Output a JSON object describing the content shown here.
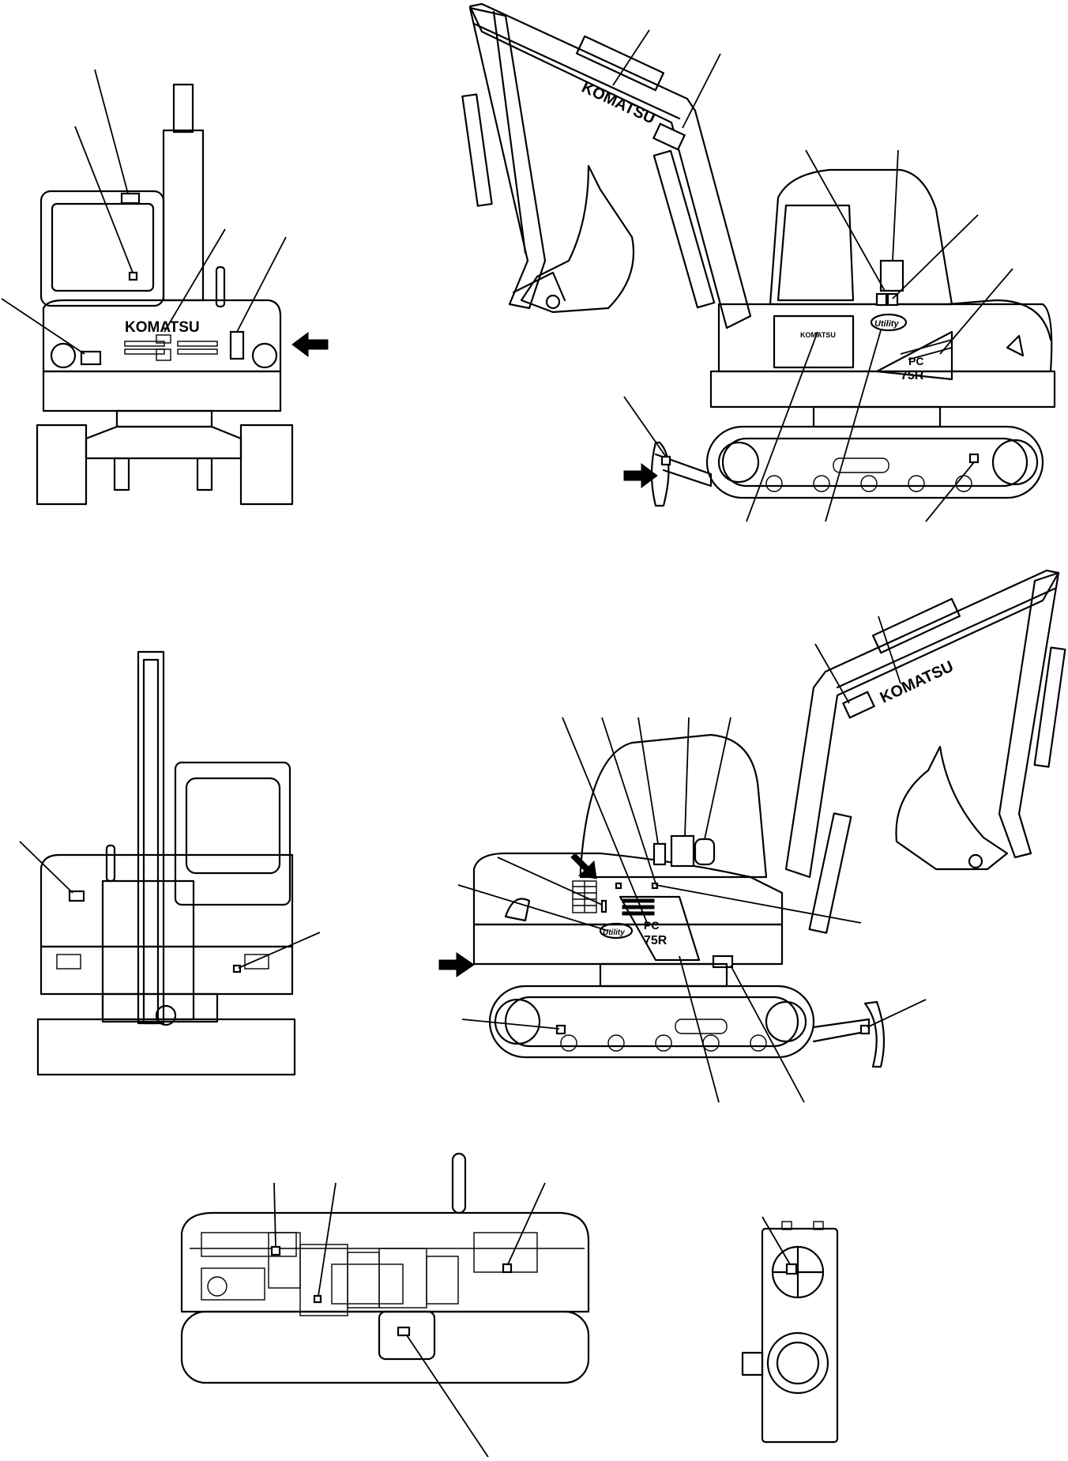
{
  "brand": {
    "logo_text": "KOMATSU",
    "cab_logo_text": "KOMATSU",
    "utility_badge_text": "Utility",
    "model_line1": "PC",
    "model_line2": "75R"
  },
  "colors": {
    "ink": "#000000",
    "paper": "#ffffff"
  },
  "views": [
    {
      "id": "front-view"
    },
    {
      "id": "left-side-view"
    },
    {
      "id": "rear-view"
    },
    {
      "id": "right-side-view"
    },
    {
      "id": "engine-compartment-view"
    },
    {
      "id": "detail-view"
    }
  ],
  "icons": {
    "arrow": "arrow-right-icon"
  }
}
